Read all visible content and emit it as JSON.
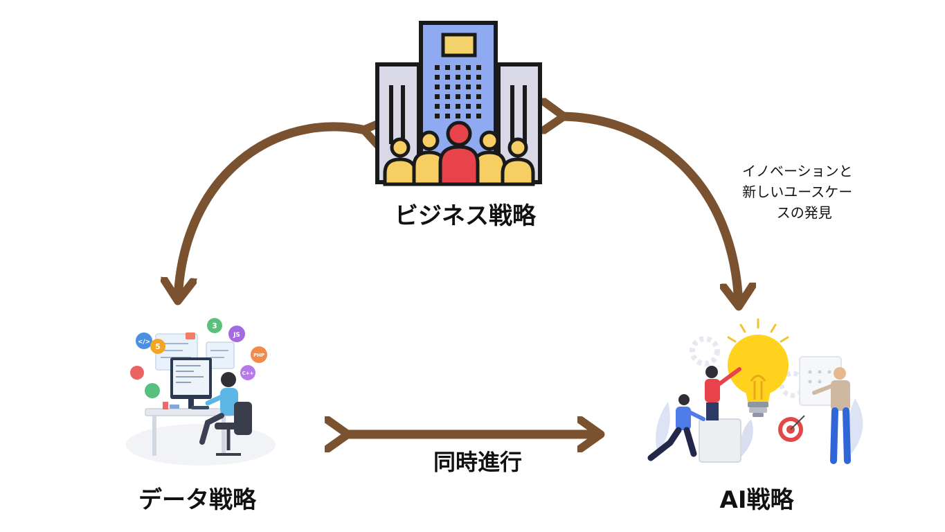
{
  "colors": {
    "arrow": "#7A5230",
    "building_blue": "#8FAAF0",
    "building_gray": "#D9D8E6",
    "window": "#F3D26B",
    "person_yellow": "#F6CE63",
    "person_red": "#E8424A",
    "outline": "#1A1A1A"
  },
  "nodes": {
    "business": {
      "label": "ビジネス戦略",
      "icon": "office-building-people-icon"
    },
    "data": {
      "label": "データ戦略",
      "icon": "developer-workspace-icon"
    },
    "ai": {
      "label": "AI戦略",
      "icon": "ai-lightbulb-team-icon"
    }
  },
  "edges": {
    "data_ai": {
      "label": "同時進行"
    },
    "business_ai": {
      "label_lines": [
        "イノベーションと",
        "新しいユースケー",
        "スの発見"
      ]
    }
  },
  "dev_badges": [
    "</>",
    "5",
    "3",
    "JS",
    "PHP",
    "C++"
  ]
}
